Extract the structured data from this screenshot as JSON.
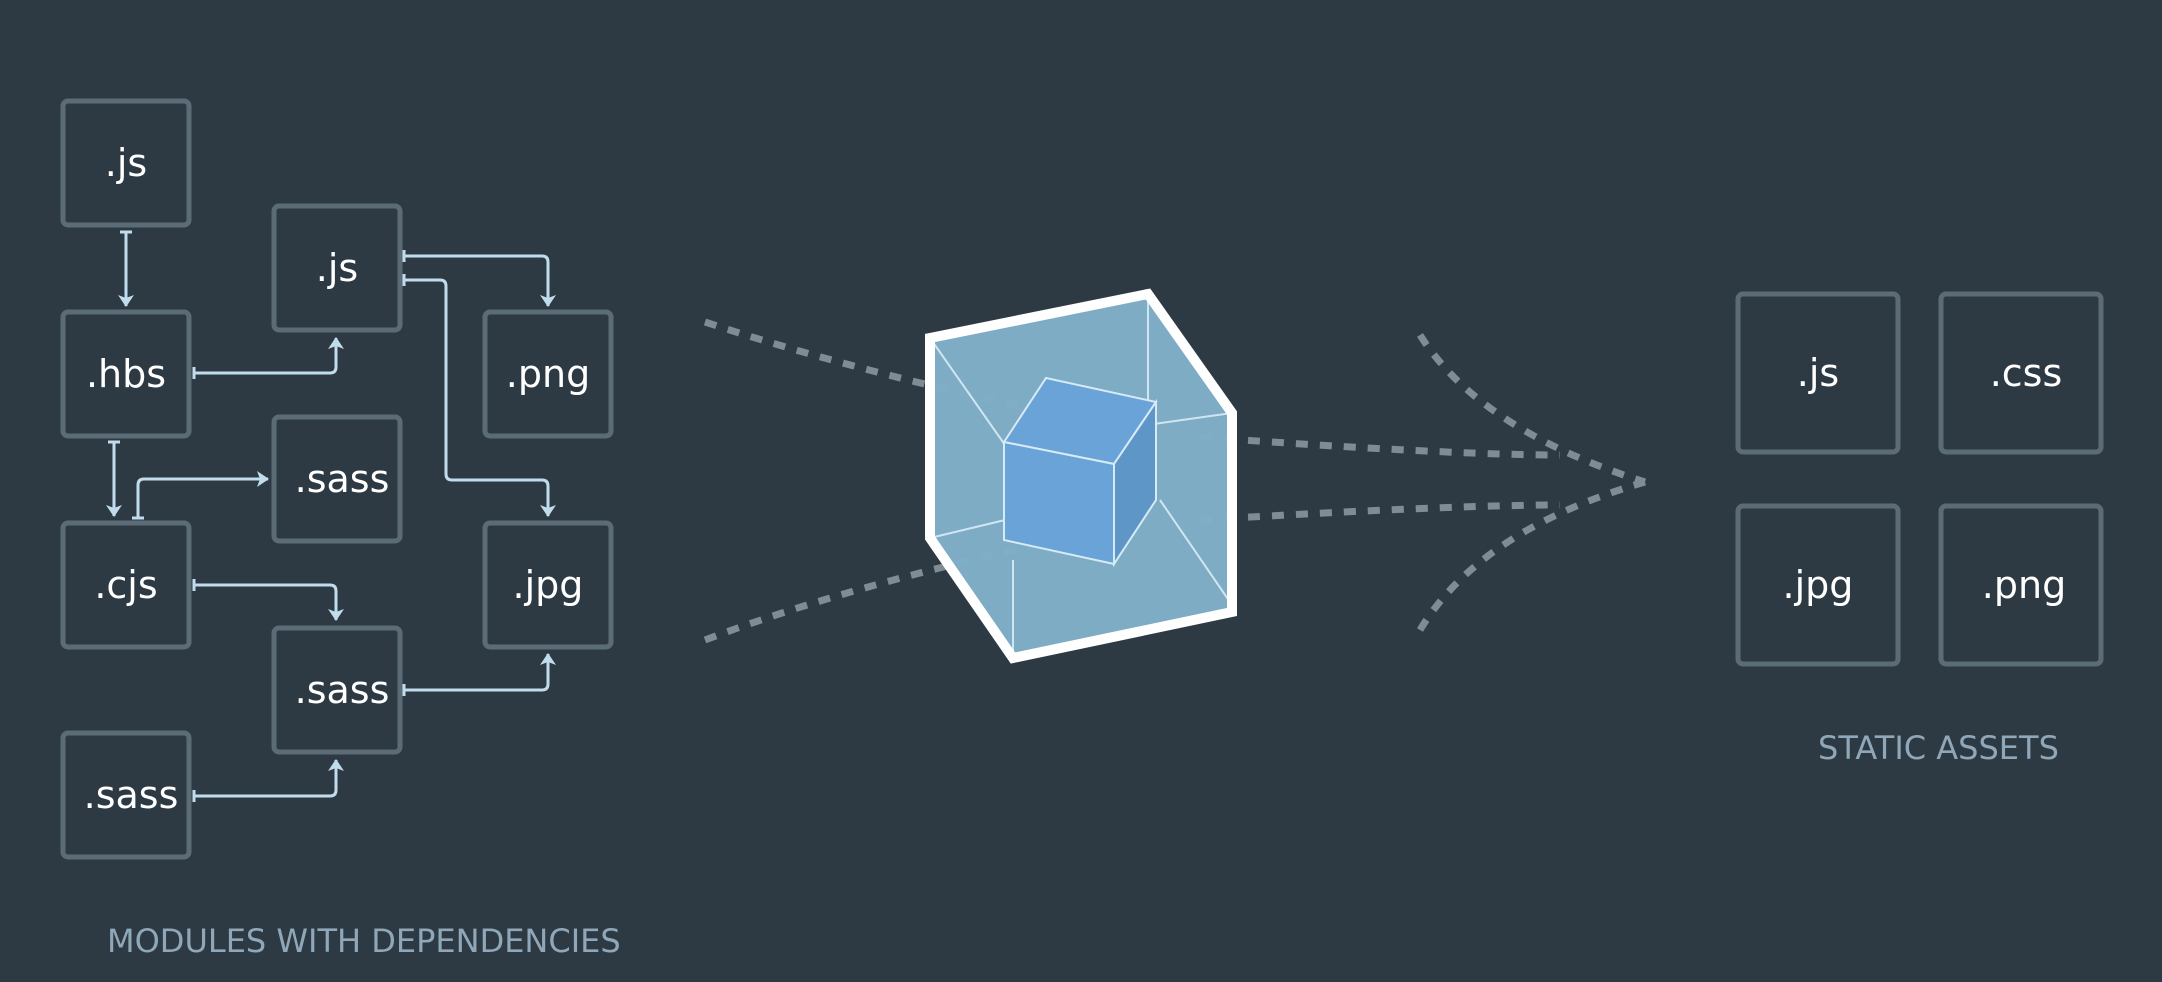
{
  "modules": {
    "caption": "MODULES WITH DEPENDENCIES",
    "boxes": [
      {
        "id": "js-top",
        "label": ".js"
      },
      {
        "id": "js-mid",
        "label": ".js"
      },
      {
        "id": "hbs",
        "label": ".hbs"
      },
      {
        "id": "png",
        "label": ".png"
      },
      {
        "id": "sass-1",
        "label": ".sass"
      },
      {
        "id": "cjs",
        "label": ".cjs"
      },
      {
        "id": "jpg",
        "label": ".jpg"
      },
      {
        "id": "sass-2",
        "label": ".sass"
      },
      {
        "id": "sass-3",
        "label": ".sass"
      }
    ]
  },
  "assets": {
    "caption": "STATIC ASSETS",
    "boxes": [
      {
        "id": "asset-js",
        "label": ".js"
      },
      {
        "id": "asset-css",
        "label": ".css"
      },
      {
        "id": "asset-jpg",
        "label": ".jpg"
      },
      {
        "id": "asset-png",
        "label": ".png"
      }
    ]
  },
  "colors": {
    "background": "#2d3a43",
    "box_stroke": "#5b6c77",
    "link": "#c1dcec",
    "dotted_flow": "#7f8c93",
    "cube_outer": "#80b0c8",
    "cube_inner": "#6aa3d7",
    "caption": "#8fa7b8"
  },
  "icons": {
    "bundler": "webpack-cube-icon"
  }
}
